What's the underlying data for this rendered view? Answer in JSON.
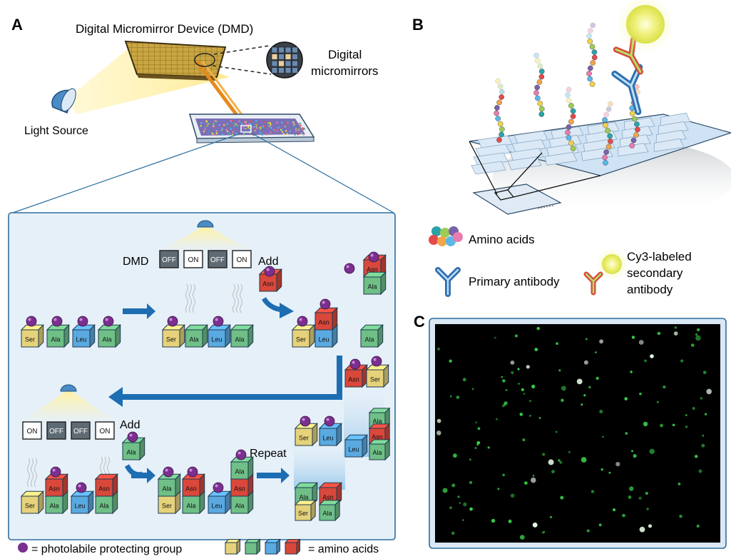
{
  "panels": {
    "a": {
      "letter": "A",
      "dmd_title": "Digital Micromirror Device (DMD)",
      "mirrors_label": [
        "Digital",
        "micromirrors"
      ],
      "light_label": "Light Source",
      "dmd_row_label": "DMD",
      "add_label": "Add",
      "repeat_label": "Repeat",
      "switches_top": [
        "OFF",
        "ON",
        "OFF",
        "ON"
      ],
      "switches_bottom": [
        "ON",
        "OFF",
        "OFF",
        "ON"
      ],
      "start_row": [
        "Ser",
        "Ala",
        "Leu",
        "Ala"
      ],
      "added_top": "Asn",
      "added_bottom": "Ala"
    },
    "b": {
      "letter": "B"
    },
    "c": {
      "letter": "C"
    }
  },
  "legend_b": {
    "amino_acids": "Amino acids",
    "primary_antibody": "Primary antibody",
    "secondary_antibody": [
      "Cy3-labeled",
      "secondary",
      "antibody"
    ]
  },
  "legend_a": {
    "protecting_group": "= photolabile protecting group",
    "amino_acids": "= amino acids"
  },
  "colors": {
    "panel_bg": "#e6f0f8",
    "panel_border": "#2d6fa0",
    "arrow_blue": "#1d6db3",
    "ser": "#e6d27a",
    "ala": "#6fbf87",
    "leu": "#5aa9e0",
    "asn": "#d9483b",
    "protect": "#7b2f8f",
    "switch_off": "#5f6b74",
    "microarray_bg": "#000000",
    "spot_green": "#39d14c"
  }
}
